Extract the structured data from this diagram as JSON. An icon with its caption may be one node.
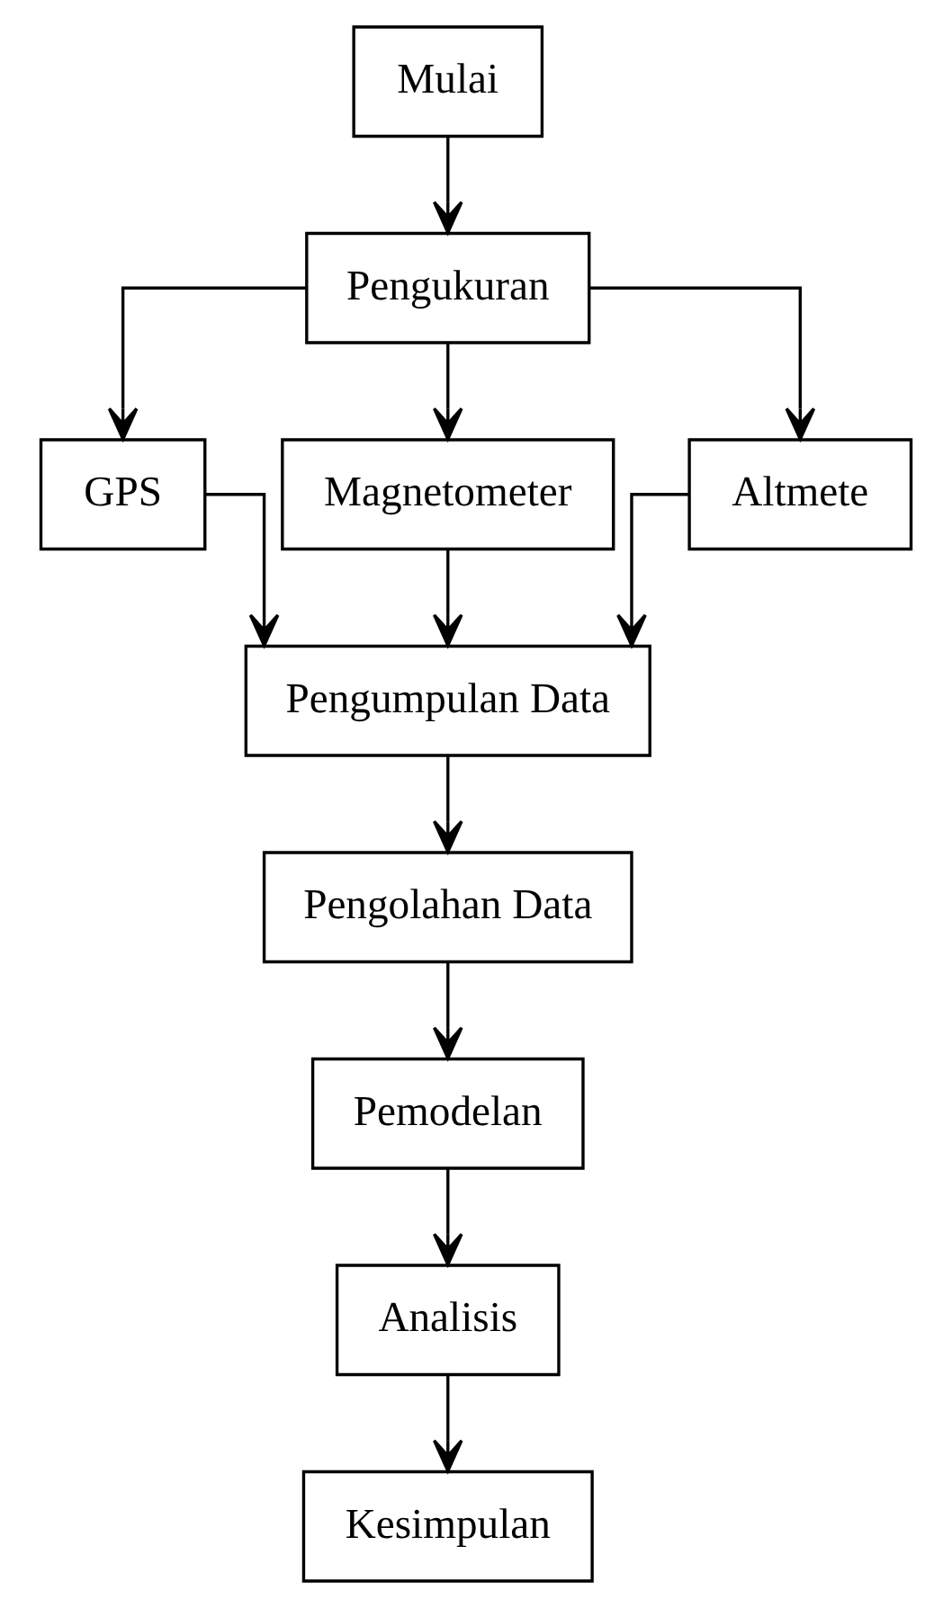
{
  "diagram": {
    "nodes": [
      {
        "text": [
          "Mulai"
        ]
      },
      {
        "text": [
          "Pengukuran"
        ]
      },
      {
        "text": [
          "GPS"
        ]
      },
      {
        "text": [
          "Magnetometer"
        ]
      },
      {
        "text": [
          "Altmete"
        ]
      },
      {
        "text": [
          "Pengumpulan Data"
        ]
      },
      {
        "text": [
          "Pengolahan Data"
        ]
      },
      {
        "text": [
          "Pemodelan"
        ]
      },
      {
        "text": [
          "Analisis"
        ]
      },
      {
        "text": [
          "Kesimpulan"
        ]
      }
    ],
    "edges": [
      {
        "from": 0,
        "to": 1,
        "arrow": "to"
      },
      {
        "from": 1,
        "to": 2,
        "arrow": "to"
      },
      {
        "from": 1,
        "to": 3,
        "arrow": "to"
      },
      {
        "from": 1,
        "to": 4,
        "arrow": "to"
      },
      {
        "from": 2,
        "to": 5,
        "arrow": "to"
      },
      {
        "from": 3,
        "to": 5,
        "arrow": "to"
      },
      {
        "from": 4,
        "to": 5,
        "arrow": "to"
      },
      {
        "from": 5,
        "to": 6,
        "arrow": "to"
      },
      {
        "from": 6,
        "to": 7,
        "arrow": "to"
      },
      {
        "from": 7,
        "to": 8,
        "arrow": "to"
      },
      {
        "from": 8,
        "to": 9,
        "arrow": "to"
      }
    ]
  }
}
